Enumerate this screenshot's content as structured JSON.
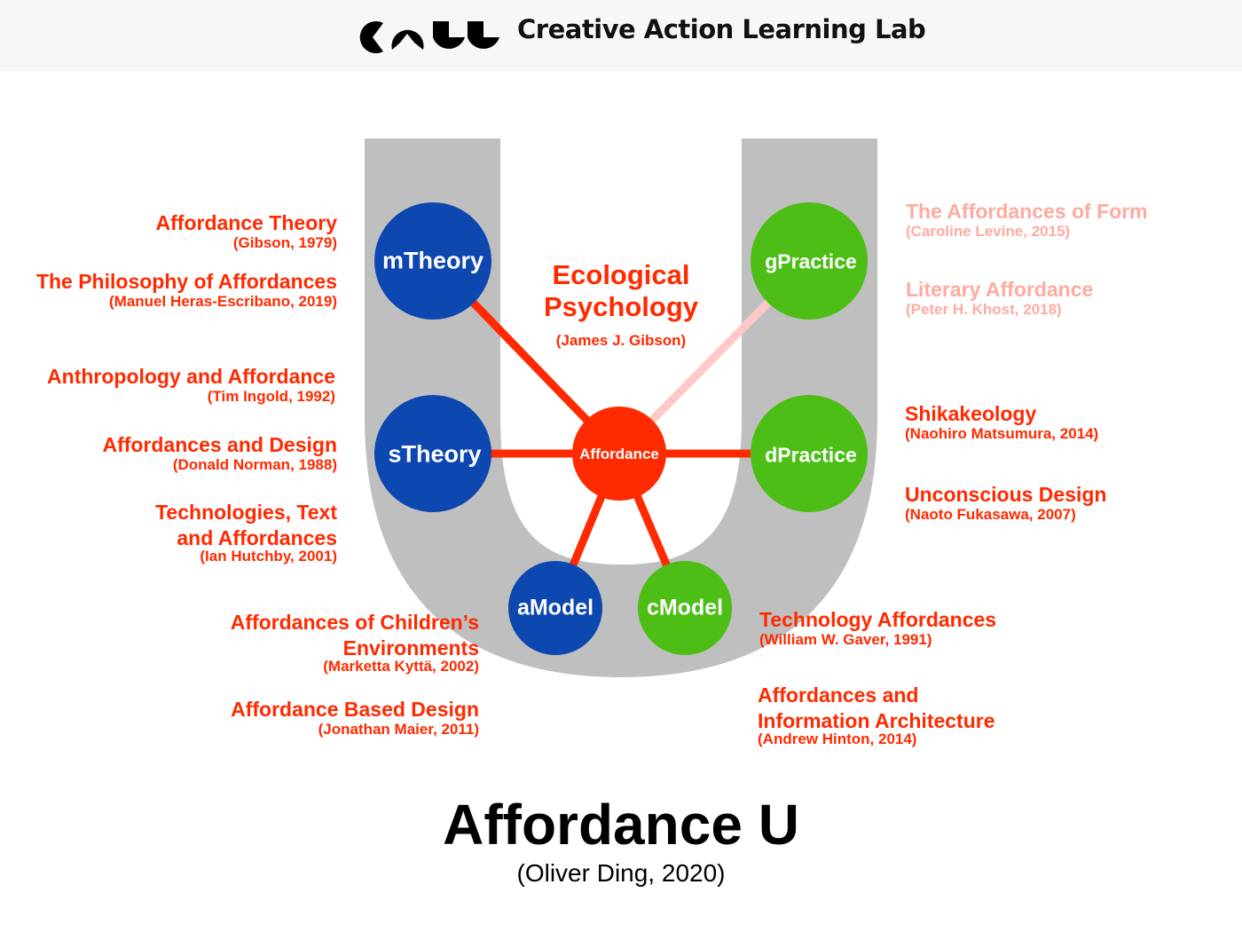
{
  "header": {
    "logo_text": "CALL",
    "lab_name": "Creative Action Learning Lab"
  },
  "center": {
    "title_line1": "Ecological",
    "title_line2": "Psychology",
    "author": "(James J. Gibson)"
  },
  "nodes": {
    "mTheory": "mTheory",
    "sTheory": "sTheory",
    "gPractice": "gPractice",
    "dPractice": "dPractice",
    "affordance": "Affordance",
    "aModel": "aModel",
    "cModel": "cModel"
  },
  "colors": {
    "blue": "#0d47b0",
    "green": "#4cbe16",
    "red": "#ff2a00",
    "gray": "#bfbfbf"
  },
  "left_refs": [
    {
      "title": "Affordance Theory",
      "author": "(Gibson, 1979)"
    },
    {
      "title": "The Philosophy of Affordances",
      "author": "(Manuel Heras-Escribano, 2019)"
    },
    {
      "title": "Anthropology and Affordance",
      "author": "(Tim Ingold, 1992)"
    },
    {
      "title": "Affordances and Design",
      "author": "(Donald Norman, 1988)"
    },
    {
      "title_line1": "Technologies, Text",
      "title_line2": "and Affordances",
      "author": "(Ian Hutchby, 2001)"
    },
    {
      "title_line1": "Affordances of Children’s",
      "title_line2": "Environments",
      "author": "(Marketta Kyttä, 2002)"
    },
    {
      "title": "Affordance Based Design",
      "author": "(Jonathan Maier, 2011)"
    }
  ],
  "right_refs": [
    {
      "title": "The Affordances of Form",
      "author": "(Caroline Levine, 2015)"
    },
    {
      "title": "Literary Affordance",
      "author": "(Peter H. Khost, 2018)"
    },
    {
      "title": "Shikakeology",
      "author": "(Naohiro Matsumura, 2014)"
    },
    {
      "title": "Unconscious Design",
      "author": "(Naoto Fukasawa, 2007)"
    },
    {
      "title": "Technology Affordances",
      "author": "(William W. Gaver, 1991)"
    },
    {
      "title_line1": "Affordances and",
      "title_line2": "Information Architecture",
      "author": "(Andrew Hinton, 2014)"
    }
  ],
  "footer": {
    "title": "Affordance U",
    "subtitle": "(Oliver Ding, 2020)"
  }
}
